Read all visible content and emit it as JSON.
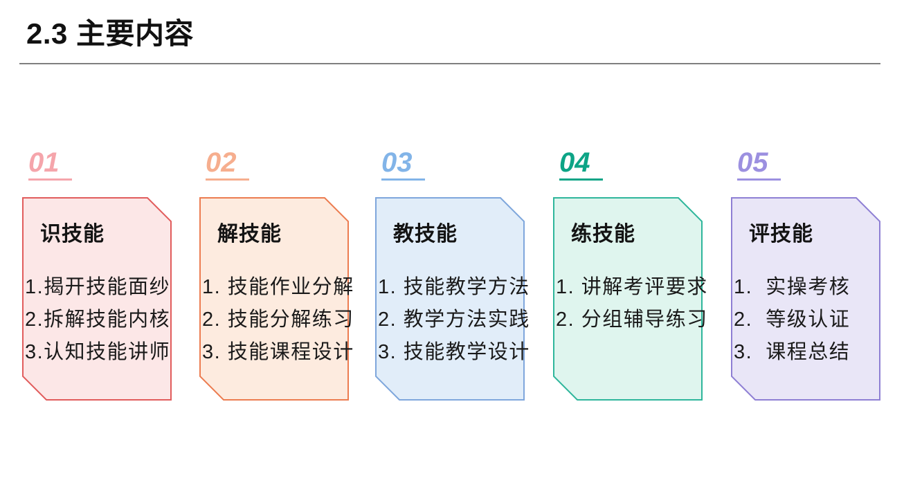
{
  "slide": {
    "title": "2.3 主要内容",
    "divider_color": "#7f7f7f",
    "background_color": "#ffffff"
  },
  "cards": [
    {
      "number": "01",
      "number_color": "#f5a5ab",
      "border_color": "#e15c5c",
      "fill_color": "#fce7e7",
      "title": "识技能",
      "items": [
        "1.揭开技能面纱",
        "2.拆解技能内核",
        "3.认知技能讲师"
      ]
    },
    {
      "number": "02",
      "number_color": "#f6ae8e",
      "border_color": "#ec7c50",
      "fill_color": "#fdebdf",
      "title": "解技能",
      "items": [
        "1. 技能作业分解",
        "2. 技能分解练习",
        "3. 技能课程设计"
      ]
    },
    {
      "number": "03",
      "number_color": "#82b4e8",
      "border_color": "#7ea6dc",
      "fill_color": "#e1edf9",
      "title": "教技能",
      "items": [
        "1. 技能教学方法",
        "2. 教学方法实践",
        "3. 技能教学设计"
      ]
    },
    {
      "number": "04",
      "number_color": "#0da486",
      "border_color": "#2eb69b",
      "fill_color": "#dff5ee",
      "title": "练技能",
      "items": [
        "1. 讲解考评要求",
        "2. 分组辅导练习"
      ]
    },
    {
      "number": "05",
      "number_color": "#9c90e0",
      "border_color": "#8e7fd4",
      "fill_color": "#e9e6f7",
      "title": "评技能",
      "items": [
        "1.  实操考核",
        "2.  等级认证",
        "3.  课程总结"
      ]
    }
  ]
}
